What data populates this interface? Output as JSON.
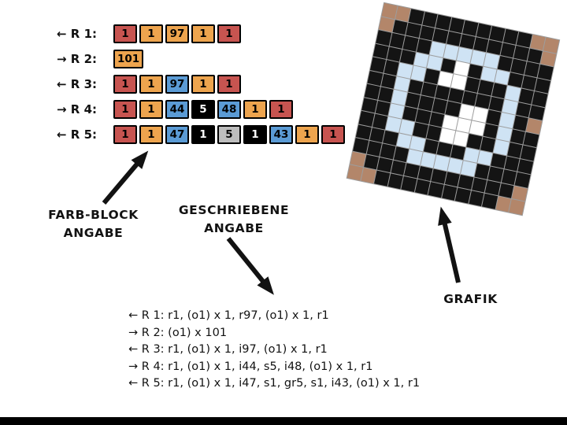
{
  "colors": {
    "red": "#c75450",
    "orange": "#eda44e",
    "blue": "#5b9bd5",
    "black": "#000000",
    "gray": "#bdbdbd"
  },
  "block_rows": [
    {
      "label": "← R 1:",
      "blocks": [
        {
          "v": "1",
          "c": "red"
        },
        {
          "v": "1",
          "c": "orange"
        },
        {
          "v": "97",
          "c": "orange"
        },
        {
          "v": "1",
          "c": "orange"
        },
        {
          "v": "1",
          "c": "red"
        }
      ]
    },
    {
      "label": "→ R 2:",
      "blocks": [
        {
          "v": "101",
          "c": "orange"
        }
      ]
    },
    {
      "label": "← R 3:",
      "blocks": [
        {
          "v": "1",
          "c": "red"
        },
        {
          "v": "1",
          "c": "orange"
        },
        {
          "v": "97",
          "c": "blue"
        },
        {
          "v": "1",
          "c": "orange"
        },
        {
          "v": "1",
          "c": "red"
        }
      ]
    },
    {
      "label": "→ R 4:",
      "blocks": [
        {
          "v": "1",
          "c": "red"
        },
        {
          "v": "1",
          "c": "orange"
        },
        {
          "v": "44",
          "c": "blue"
        },
        {
          "v": "5",
          "c": "black"
        },
        {
          "v": "48",
          "c": "blue"
        },
        {
          "v": "1",
          "c": "orange"
        },
        {
          "v": "1",
          "c": "red"
        }
      ]
    },
    {
      "label": "← R 5:",
      "blocks": [
        {
          "v": "1",
          "c": "red"
        },
        {
          "v": "1",
          "c": "orange"
        },
        {
          "v": "47",
          "c": "blue"
        },
        {
          "v": "1",
          "c": "black"
        },
        {
          "v": "5",
          "c": "gray"
        },
        {
          "v": "1",
          "c": "black"
        },
        {
          "v": "43",
          "c": "blue"
        },
        {
          "v": "1",
          "c": "orange"
        },
        {
          "v": "1",
          "c": "red"
        }
      ]
    }
  ],
  "labels": {
    "farb_block_line1": "FARB-BLOCK",
    "farb_block_line2": "ANGABE",
    "geschriebene_line1": "GESCHRIEBENE",
    "geschriebene_line2": "ANGABE",
    "grafik": "GRAFIK"
  },
  "written_rows": [
    "← R 1: r1, (o1) x 1, r97, (o1) x 1, r1",
    "→ R 2: (o1) x 101",
    "← R 3: r1, (o1) x 1, i97, (o1) x 1, r1",
    "→ R 4: r1, (o1) x 1, i44, s5, i48, (o1) x 1, r1",
    "← R 5: r1, (o1) x 1, i47, s1, gr5, s1, i43, (o1) x 1, r1"
  ],
  "grafik": {
    "rotation_deg": 12,
    "legend": {
      "K": "#141414",
      "T": "#b3866a",
      "B": "#cfe3f4",
      "W": "#ffffff"
    },
    "rows": [
      "TTKKKKKKKKKTT",
      "TKKKKKKKKKKKT",
      "KKKKBBBBBKKKK",
      "KKKBBKWKBBKKK",
      "KKBBKWWKKKBKK",
      "KKBKKKKKKKBKK",
      "KKBKKKKWWKBKT",
      "KKBKKKWWWKBKK",
      "KKBBKKWWKKBKK",
      "KKKBBKKKBBKKK",
      "KKKKBBBBBKKKK",
      "TKKKKKKKKKKKT",
      "TTKKKKKKKKKTT"
    ]
  }
}
